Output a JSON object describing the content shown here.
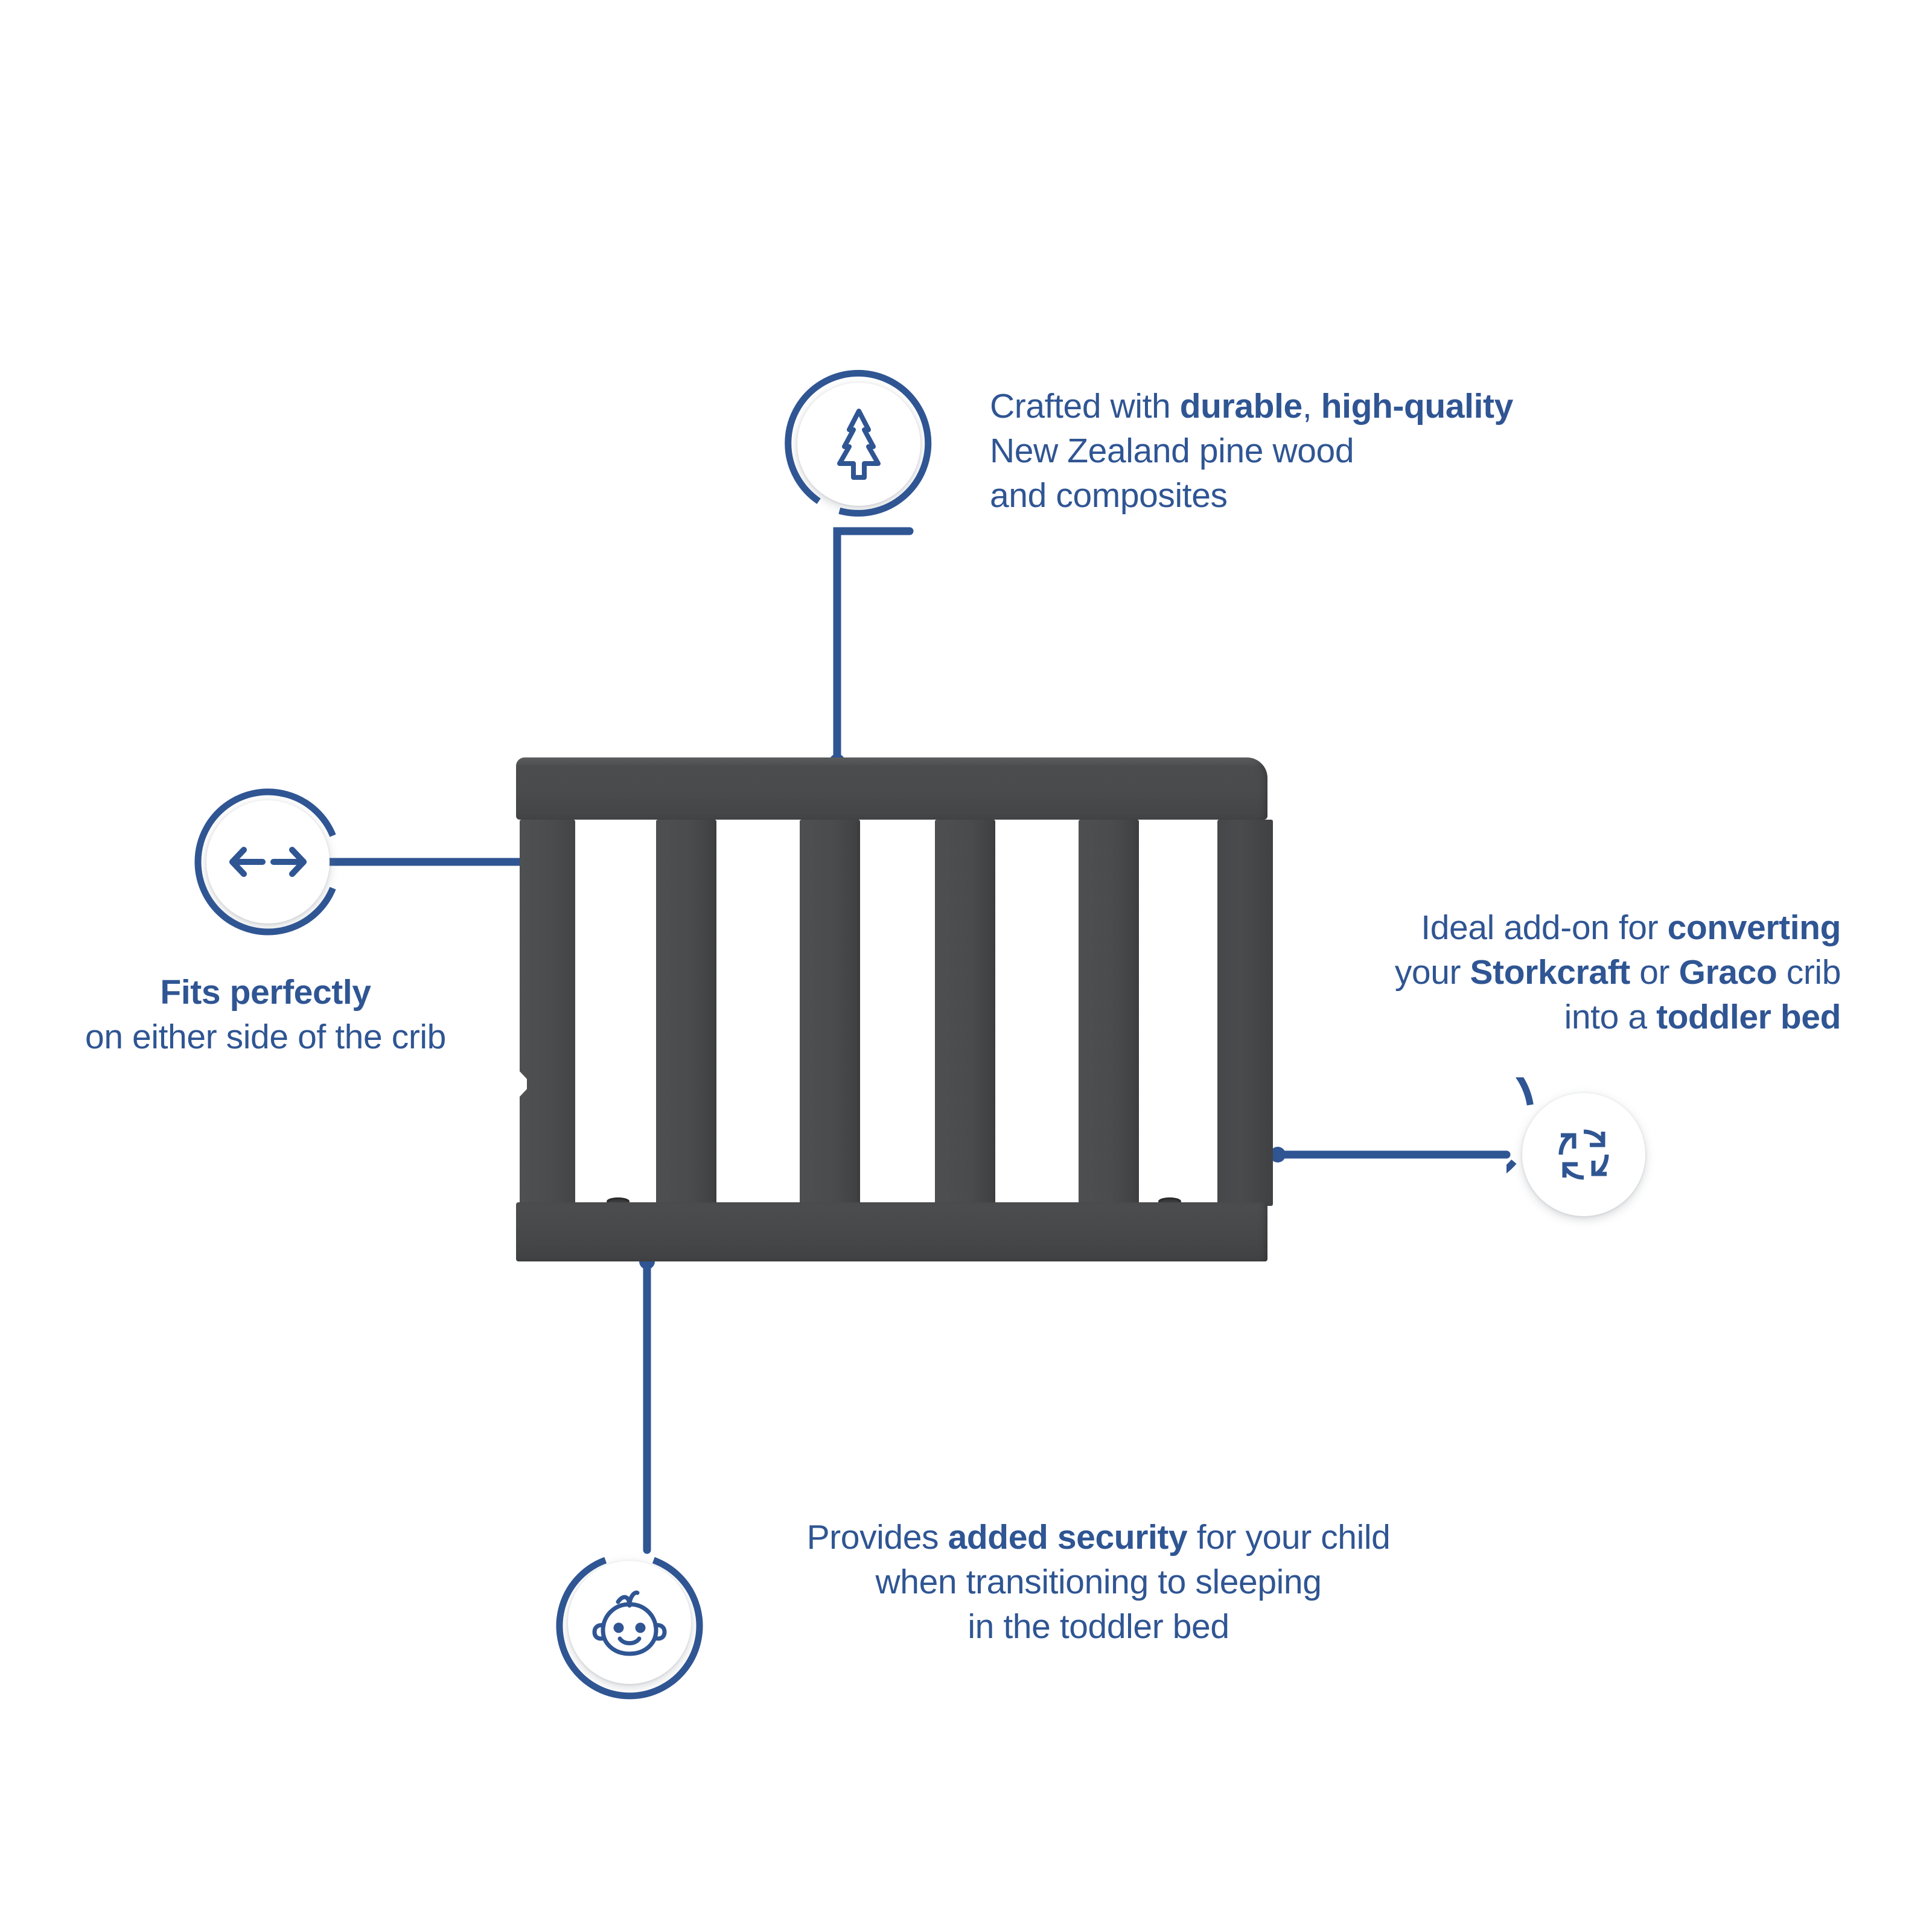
{
  "page": {
    "title": "Crib toddler guardrail feature infographic",
    "background_color": "#ffffff",
    "accent_color": "#2f5593",
    "product_color": "#4a4b4d"
  },
  "product": {
    "name": "toddler-guardrail",
    "description": "Dark grey toddler bed guard rail panel with six vertical slats, a rounded top rail and a solid bottom rail",
    "slat_count": 6
  },
  "callouts": [
    {
      "id": "material",
      "icon": "pine-tree-icon",
      "align": "left",
      "lines": [
        [
          {
            "t": "Crafted with ",
            "b": false
          },
          {
            "t": "durable",
            "b": true
          },
          {
            "t": ", ",
            "b": false
          },
          {
            "t": "high-quality",
            "b": true
          }
        ],
        [
          {
            "t": "New Zealand pine wood",
            "b": false
          }
        ],
        [
          {
            "t": "and composites",
            "b": false
          }
        ]
      ]
    },
    {
      "id": "fit",
      "icon": "double-arrow-icon",
      "align": "center",
      "lines": [
        [
          {
            "t": "Fits perfectly",
            "b": true
          }
        ],
        [
          {
            "t": "on either side of the crib",
            "b": false
          }
        ]
      ]
    },
    {
      "id": "conversion",
      "icon": "convert-cycle-icon",
      "align": "right",
      "lines": [
        [
          {
            "t": "Ideal add-on for ",
            "b": false
          },
          {
            "t": "converting",
            "b": true
          }
        ],
        [
          {
            "t": "your ",
            "b": false
          },
          {
            "t": "Storkcraft",
            "b": true
          },
          {
            "t": " or ",
            "b": false
          },
          {
            "t": "Graco",
            "b": true
          },
          {
            "t": " crib",
            "b": false
          }
        ],
        [
          {
            "t": "into a ",
            "b": false
          },
          {
            "t": "toddler bed",
            "b": true
          }
        ]
      ]
    },
    {
      "id": "security",
      "icon": "baby-face-icon",
      "align": "center",
      "lines": [
        [
          {
            "t": "Provides ",
            "b": false
          },
          {
            "t": "added security",
            "b": true
          },
          {
            "t": " for your child",
            "b": false
          }
        ],
        [
          {
            "t": "when transitioning to sleeping",
            "b": false
          }
        ],
        [
          {
            "t": "in the toddler bed",
            "b": false
          }
        ]
      ]
    }
  ]
}
